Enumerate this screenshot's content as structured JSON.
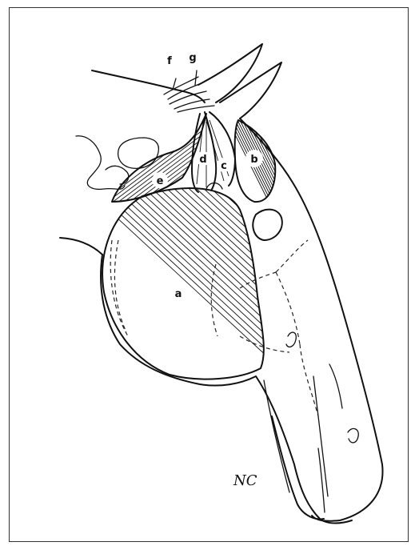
{
  "figure": {
    "labels": {
      "a": "a",
      "b": "b",
      "c": "c",
      "d": "d",
      "e": "e",
      "f": "f",
      "g": "g"
    },
    "signature": "NC"
  }
}
